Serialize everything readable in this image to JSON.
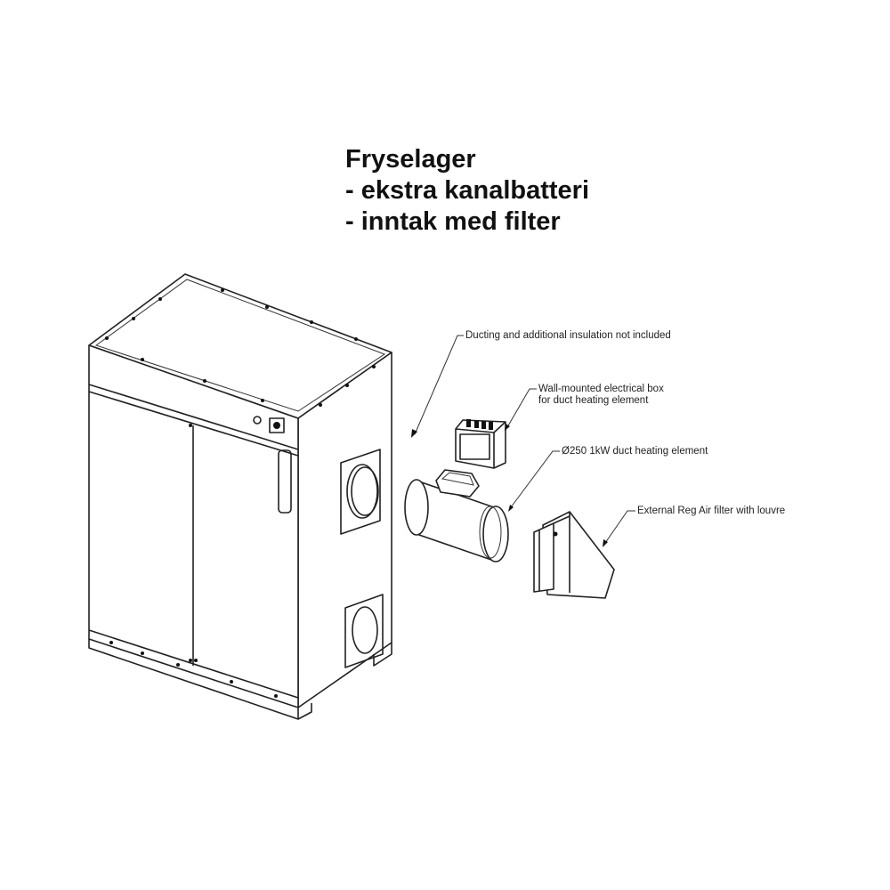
{
  "title": {
    "line1": "Fryselager",
    "line2": "- ekstra kanalbatteri",
    "line3": "- inntak med filter"
  },
  "labels": {
    "ducting": "Ducting and additional insulation not included",
    "box_line1": "Wall-mounted electrical box",
    "box_line2": "for duct heating element",
    "heater": "Ø250 1kW duct heating element",
    "filter": "External Reg Air filter with louvre"
  }
}
